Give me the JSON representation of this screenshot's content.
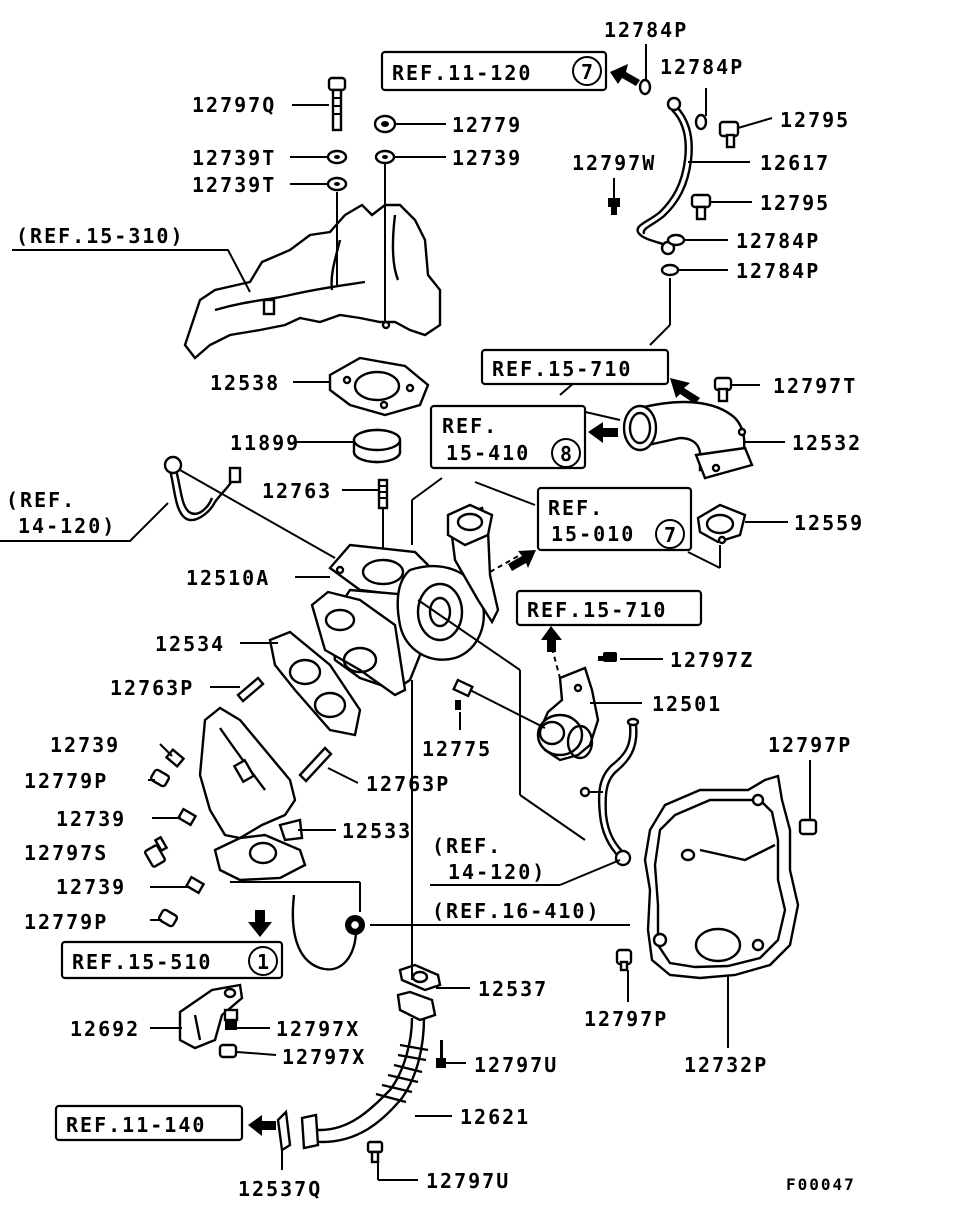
{
  "labels": {
    "p12784P_a": "12784P",
    "p12784P_b": "12784P",
    "p12784P_c": "12784P",
    "p12784P_d": "12784P",
    "p12797Q": "12797Q",
    "p12779": "12779",
    "p12795_a": "12795",
    "p12739T_a": "12739T",
    "p12739": "12739",
    "p12617": "12617",
    "p12797W": "12797W",
    "p12739T_b": "12739T",
    "p12795_b": "12795",
    "p12538": "12538",
    "p12797T": "12797T",
    "p11899": "11899",
    "p12532": "12532",
    "p12763": "12763",
    "p12559": "12559",
    "p12510A": "12510A",
    "p12534": "12534",
    "p12797Z": "12797Z",
    "p12763P_a": "12763P",
    "p12501": "12501",
    "p12775": "12775",
    "p12739_b": "12739",
    "p12797P_a": "12797P",
    "p12779P_a": "12779P",
    "p12763P_b": "12763P",
    "p12739_c": "12739",
    "p12533": "12533",
    "p12797S": "12797S",
    "p12739_d": "12739",
    "p12779P_b": "12779P",
    "p12537": "12537",
    "p12797P_b": "12797P",
    "p12692": "12692",
    "p12797X_a": "12797X",
    "p12797X_b": "12797X",
    "p12797U_a": "12797U",
    "p12732P": "12732P",
    "p12621": "12621",
    "p12537Q": "12537Q",
    "p12797U_b": "12797U"
  },
  "refs": {
    "ref11_120": {
      "text": "REF.11-120",
      "circle": "7"
    },
    "ref15_310": "(REF.15-310)",
    "ref15_710_a": "REF.15-710",
    "ref15_410": {
      "line1": "REF.",
      "line2": "15-410",
      "circle": "8"
    },
    "ref14_120_a": {
      "line1": "(REF.",
      "line2": "14-120)"
    },
    "ref15_010": {
      "line1": "REF.",
      "line2": "15-010",
      "circle": "7"
    },
    "ref15_710_b": "REF.15-710",
    "ref14_120_b": {
      "line1": "(REF.",
      "line2": "14-120)"
    },
    "ref16_410": "(REF.16-410)",
    "ref15_510": {
      "text": "REF.15-510",
      "circle": "1"
    },
    "ref11_140": "REF.11-140"
  },
  "figure_code": "F00047"
}
